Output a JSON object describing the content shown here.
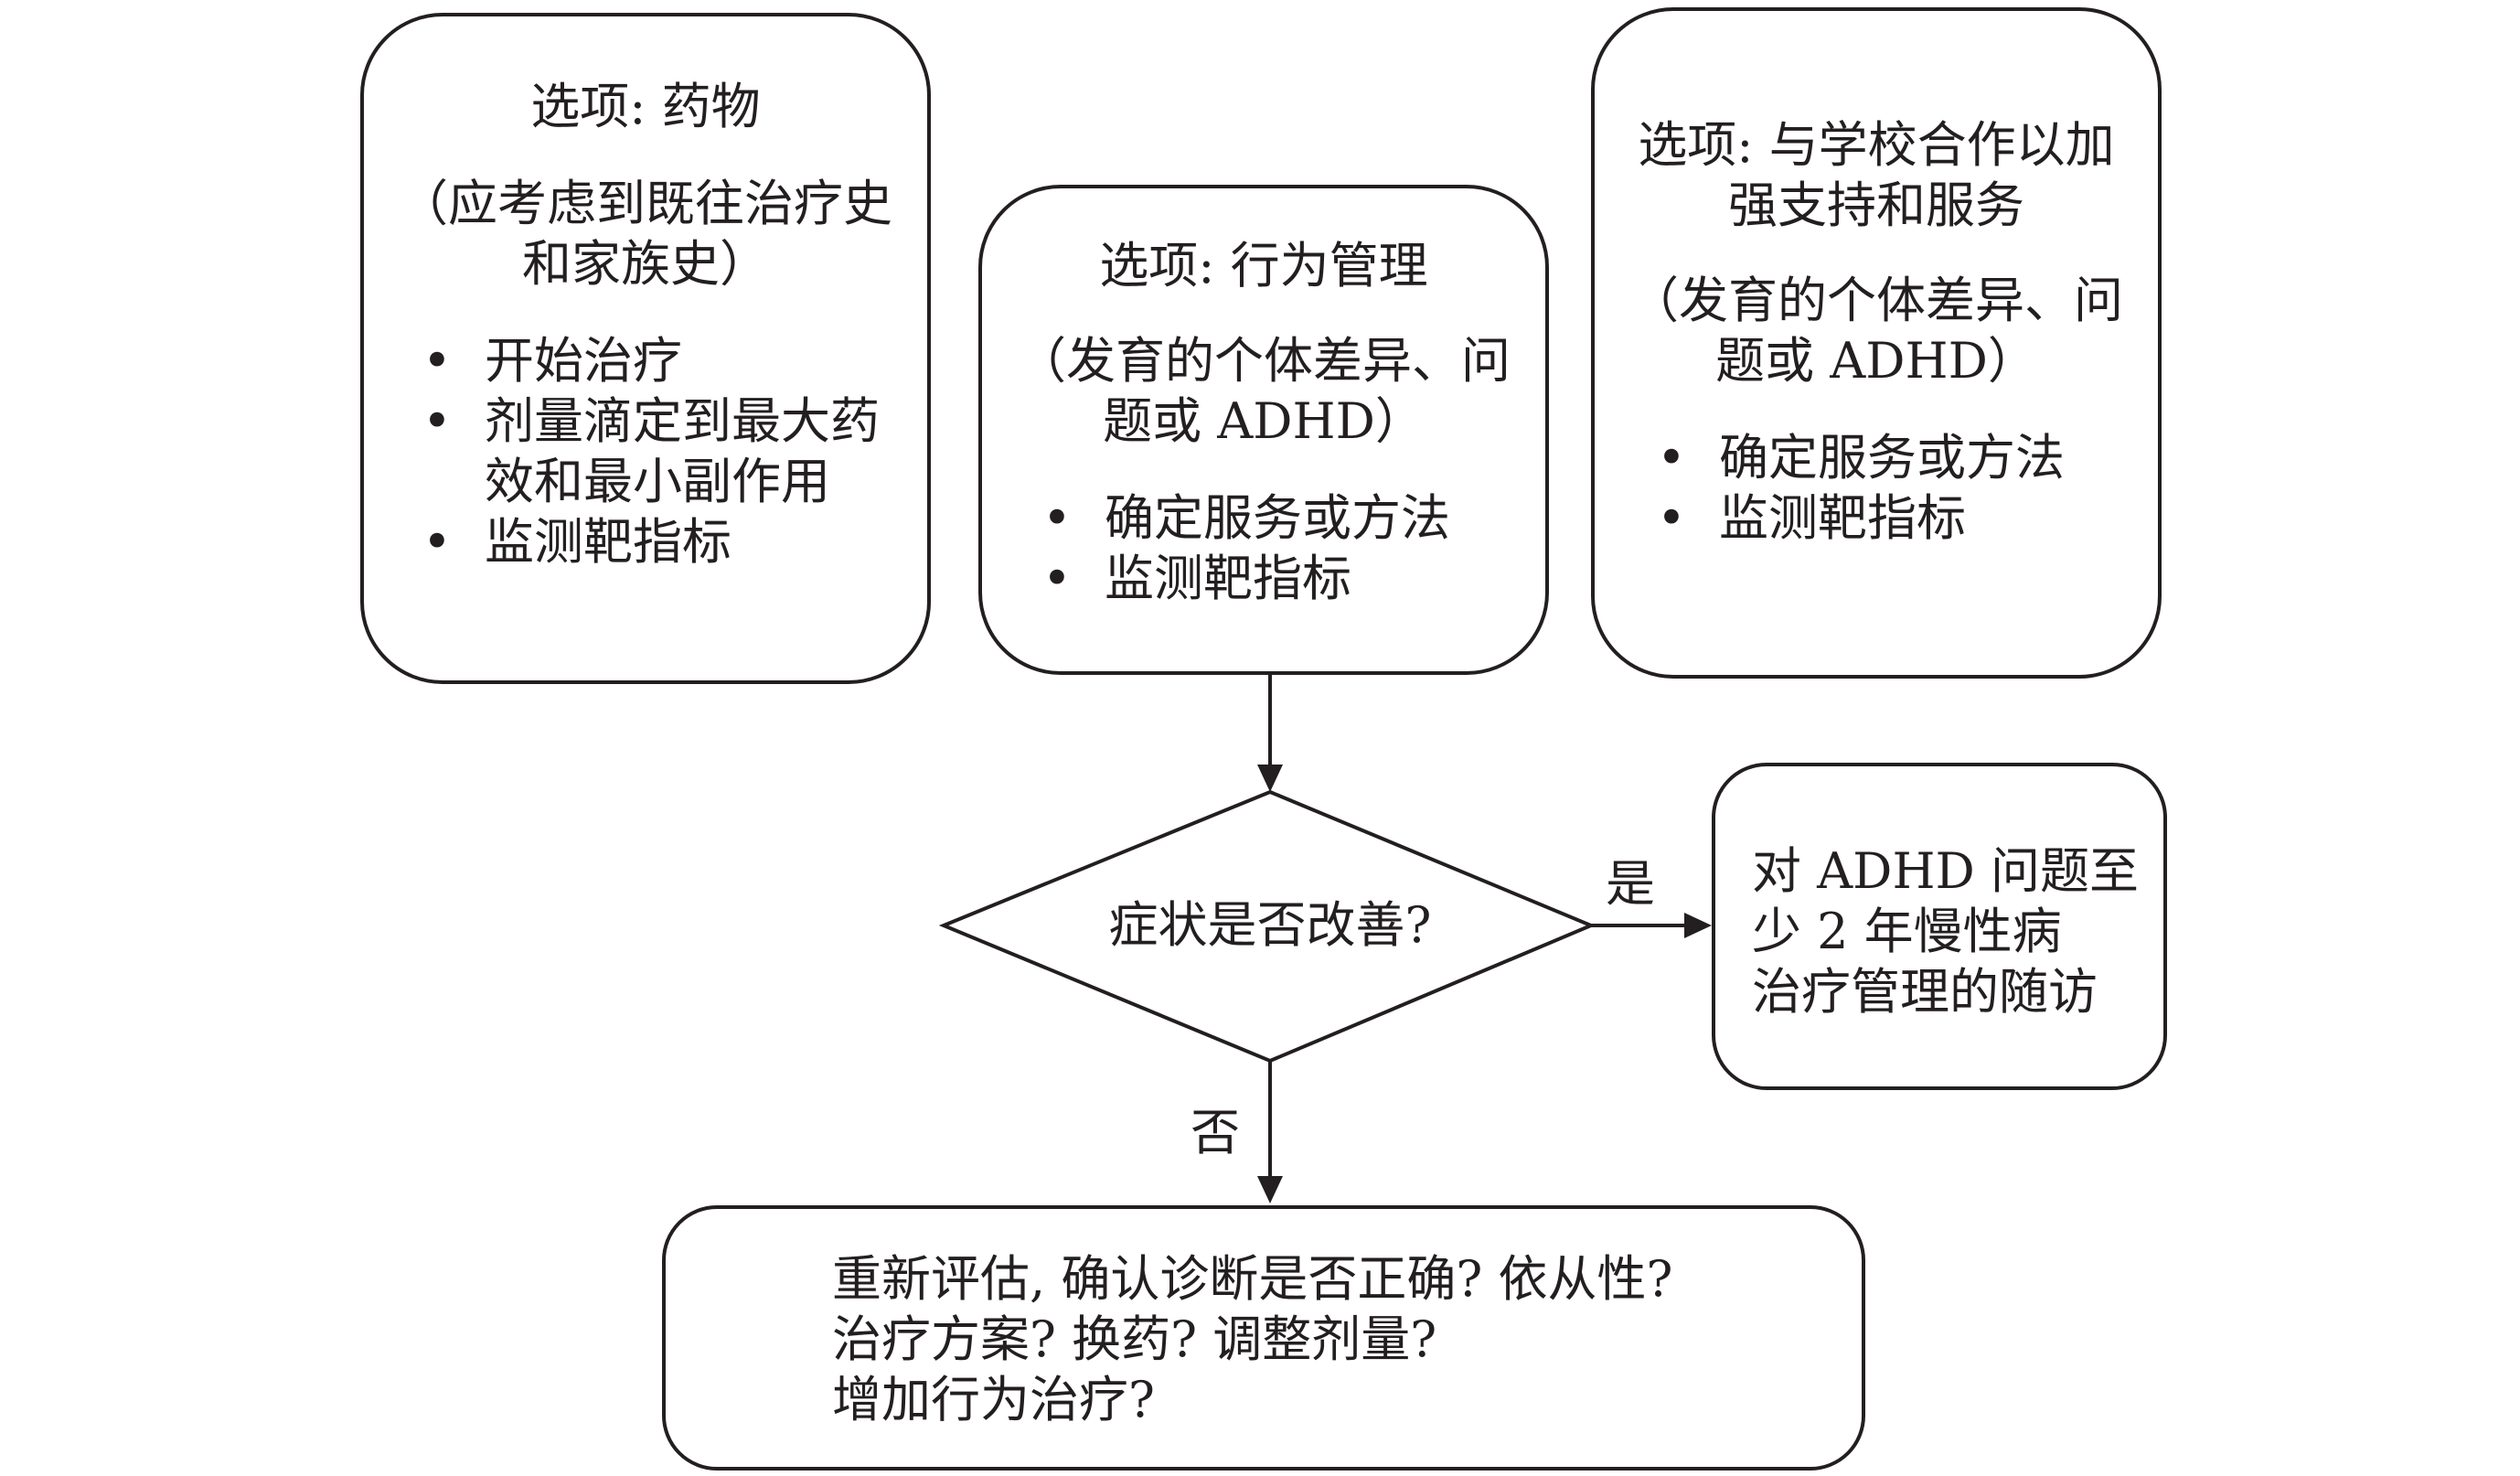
{
  "boxes": {
    "medication": {
      "title": "选项: 药物",
      "note_line1": "（应考虑到既往治疗史",
      "note_line2": "和家族史）",
      "items": [
        "开始治疗",
        "剂量滴定到最大药",
        "效和最小副作用",
        "监测靶指标"
      ]
    },
    "behavior": {
      "title": "选项: 行为管理",
      "note_line1": "（发育的个体差异、问",
      "note_line2": "题或 ADHD）",
      "items": [
        "确定服务或方法",
        "监测靶指标"
      ]
    },
    "school": {
      "title_line1": "选项: 与学校合作以加",
      "title_line2": "强支持和服务",
      "note_line1": "（发育的个体差异、问",
      "note_line2": "题或 ADHD）",
      "items": [
        "确定服务或方法",
        "监测靶指标"
      ]
    },
    "followup": {
      "lines": [
        "对 ADHD 问题至",
        "少 2 年慢性病",
        "治疗管理的随访"
      ]
    },
    "reassess": {
      "lines": [
        "重新评估, 确认诊断是否正确? 依从性?",
        "治疗方案? 换药? 调整剂量?",
        "增加行为治疗?"
      ]
    }
  },
  "decision": {
    "label": "症状是否改善?",
    "yes_label": "是",
    "no_label": "否"
  }
}
